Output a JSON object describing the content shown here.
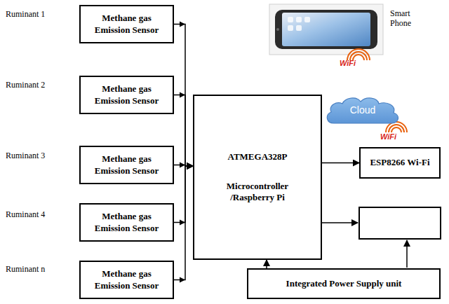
{
  "diagram": {
    "nodes": [
      {
        "text": [
          "Methane gas Emission Sensor"
        ]
      },
      {
        "text": [
          "Methane gas Emission Sensor"
        ]
      },
      {
        "text": [
          "Methane gas Emission Sensor"
        ]
      },
      {
        "text": [
          "Methane gas Emission Sensor"
        ]
      },
      {
        "text": [
          "Methane gas Emission Sensor"
        ]
      },
      {
        "text": [
          "ATMEGA328P",
          "Microcontroller /Raspberry Pi"
        ]
      },
      {
        "text": [
          "ESP8266 Wi-Fi"
        ]
      },
      {
        "text": [
          "Integrated Power Supply unit"
        ]
      },
      {
        "text": [
          "Cloud"
        ]
      }
    ],
    "edges": [
      {
        "from": 0,
        "to": 5,
        "arrow": "to"
      },
      {
        "from": 1,
        "to": 5,
        "arrow": "to"
      },
      {
        "from": 2,
        "to": 5,
        "arrow": "to"
      },
      {
        "from": 3,
        "to": 5,
        "arrow": "to"
      },
      {
        "from": 4,
        "to": 5,
        "arrow": "to"
      },
      {
        "from": 5,
        "to": 6,
        "arrow": "to"
      },
      {
        "from": 7,
        "to": 5,
        "arrow": "to"
      }
    ],
    "labels": [
      "Ruminant 1",
      "Ruminant 2",
      "Ruminant 3",
      "Ruminant 4",
      "Ruminant n",
      "Smart Phone",
      "WiFi",
      "WiFi"
    ]
  }
}
